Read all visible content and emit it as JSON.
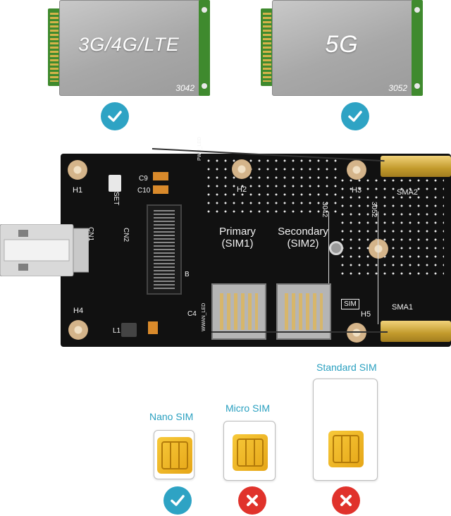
{
  "modules": [
    {
      "label": "3G/4G/LTE",
      "size": "3042",
      "supported": true
    },
    {
      "label": "5G",
      "size": "3052",
      "supported": true
    }
  ],
  "board": {
    "primary_label": "Primary",
    "primary_sub": "(SIM1)",
    "secondary_label": "Secondary",
    "secondary_sub": "(SIM2)",
    "holes": [
      "H1",
      "H2",
      "H3",
      "H4",
      "H5"
    ],
    "connectors": {
      "cn1": "CN1",
      "cn2": "CN2",
      "sma1": "SMA1",
      "sma2": "SMA2"
    },
    "reset": "RESET",
    "slot_labels": {
      "s3042": "3042",
      "s3052": "3052"
    },
    "misc": {
      "c9": "C9",
      "c10": "C10",
      "sim_tag": "SIM",
      "b": "B",
      "l1": "L1",
      "c4": "C4",
      "pwr": "PWR_LED",
      "wwan": "WWAN_LED"
    }
  },
  "sims": [
    {
      "label": "Nano SIM",
      "supported": true
    },
    {
      "label": "Micro SIM",
      "supported": false
    },
    {
      "label": "Standard SIM",
      "supported": false
    }
  ],
  "colors": {
    "check": "#2ea3c4",
    "cross": "#e0322b",
    "label": "#2aa0c0"
  }
}
